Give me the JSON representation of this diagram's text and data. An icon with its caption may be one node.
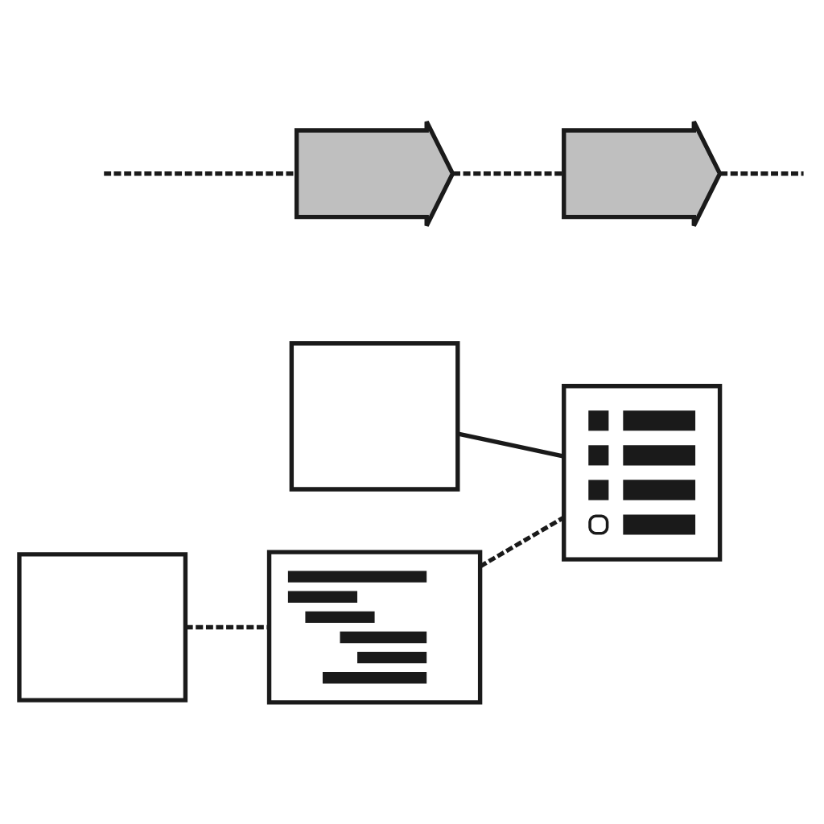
{
  "diagram": {
    "nodes": [
      {
        "text": [],
        "shape": "box"
      },
      {
        "text": [],
        "shape": "box"
      },
      {
        "text": [],
        "shape": "picture"
      },
      {
        "text": [],
        "shape": "picture"
      },
      {
        "text": [],
        "shape": "arrow"
      },
      {
        "text": [],
        "shape": "arrow"
      }
    ],
    "edges": [
      {
        "from": 0,
        "to": 3,
        "arrow": "none"
      },
      {
        "from": 1,
        "to": 2,
        "arrow": "none",
        "style": "dashed"
      },
      {
        "from": 2,
        "to": 3,
        "arrow": "none",
        "style": "dashed"
      },
      {
        "from": null,
        "to": 4,
        "arrow": "none",
        "style": "dashed"
      },
      {
        "from": 4,
        "to": 5,
        "arrow": "none",
        "style": "dashed"
      },
      {
        "from": 5,
        "to": null,
        "arrow": "none",
        "style": "dashed"
      }
    ]
  }
}
